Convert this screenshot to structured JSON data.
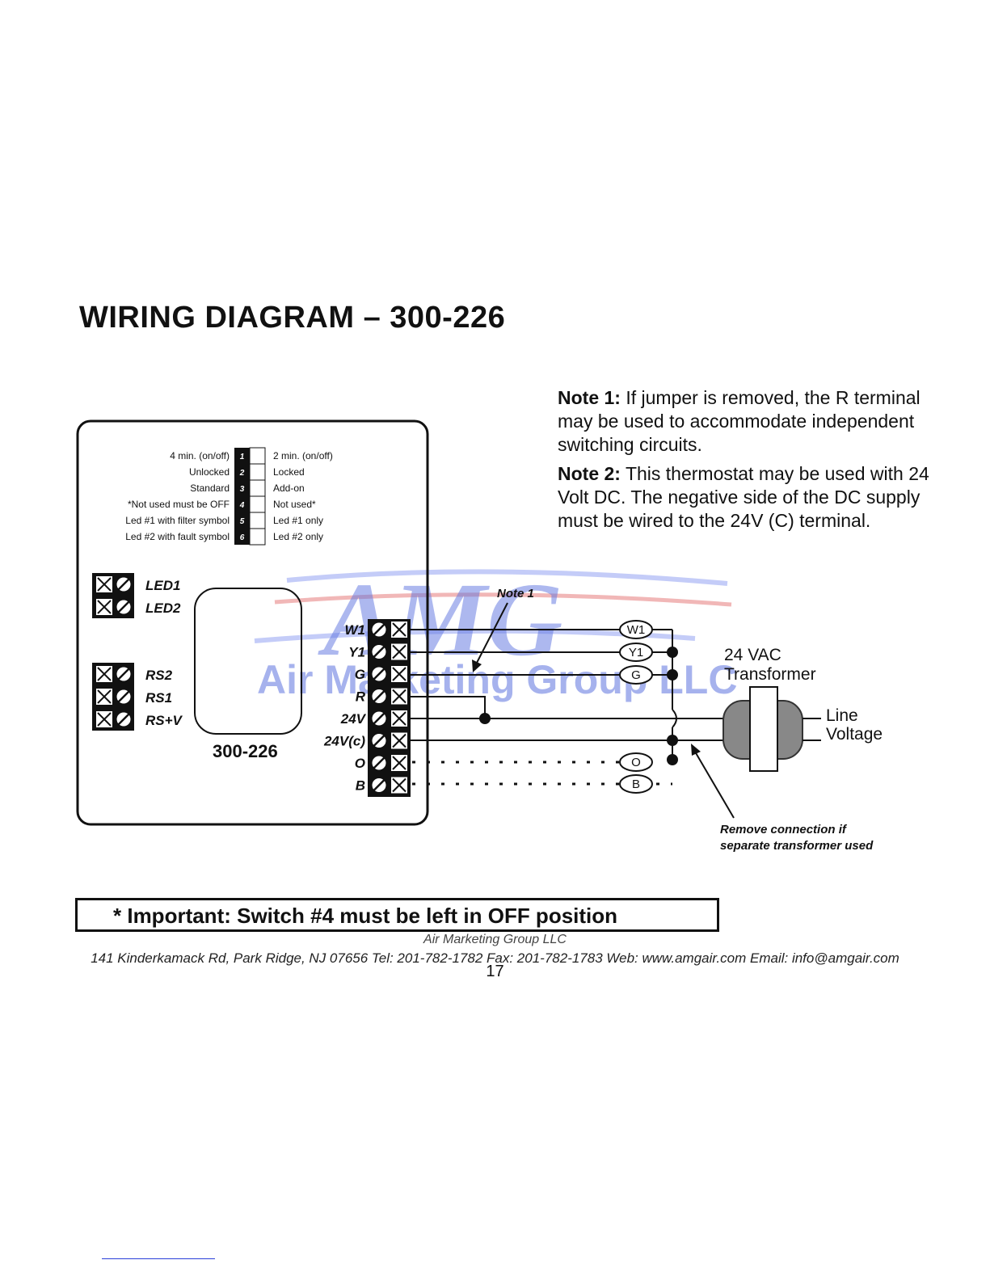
{
  "title": "WIRING DIAGRAM – 300-226",
  "notes": {
    "note1_label": "Note 1:",
    "note1_text": "If jumper is removed, the R terminal may be used to accommodate independent switching circuits.",
    "note2_label": "Note 2:",
    "note2_text": "This thermostat may be used with 24 Volt DC. The negative side of the DC supply must be wired to the 24V (C) terminal."
  },
  "dip_switches": [
    {
      "num": "1",
      "left": "4 min. (on/off)",
      "right": "2 min. (on/off)"
    },
    {
      "num": "2",
      "left": "Unlocked",
      "right": "Locked"
    },
    {
      "num": "3",
      "left": "Standard",
      "right": "Add-on"
    },
    {
      "num": "4",
      "left": "*Not used must be OFF",
      "right": "Not used*"
    },
    {
      "num": "5",
      "left": "Led #1 with filter symbol",
      "right": "Led #1 only"
    },
    {
      "num": "6",
      "left": "Led #2 with fault symbol",
      "right": "Led #2 only"
    }
  ],
  "left_terminals": [
    "LED1",
    "LED2",
    "RS2",
    "RS1",
    "RS+V"
  ],
  "model": "300-226",
  "right_terminals": [
    "W1",
    "Y1",
    "G",
    "R",
    "24V",
    "24V(c)",
    "O",
    "B"
  ],
  "wire_labels": [
    "W1",
    "Y1",
    "G",
    "O",
    "B"
  ],
  "annotations": {
    "note1": "Note 1",
    "transformer_line1": "24 VAC",
    "transformer_line2": "Transformer",
    "line_voltage_1": "Line",
    "line_voltage_2": "Voltage",
    "remove_line1": "Remove connection if",
    "remove_line2": "separate transformer used"
  },
  "watermark": {
    "logo": "AMG",
    "text": "Air Marketing Group LLC"
  },
  "important": "* Important: Switch #4 must be left in OFF position",
  "footer": {
    "company": "Air Marketing Group LLC",
    "address": "141 Kinderkamack Rd, Park Ridge, NJ 07656  Tel: 201-782-1782  Fax: 201-782-1783 Web: www.amgair.com Email: info@amgair.com",
    "page_number": "17"
  },
  "colors": {
    "watermark": "#5e74e0",
    "watermark_red": "#e06060",
    "link_underline": "#2a3fd9"
  }
}
